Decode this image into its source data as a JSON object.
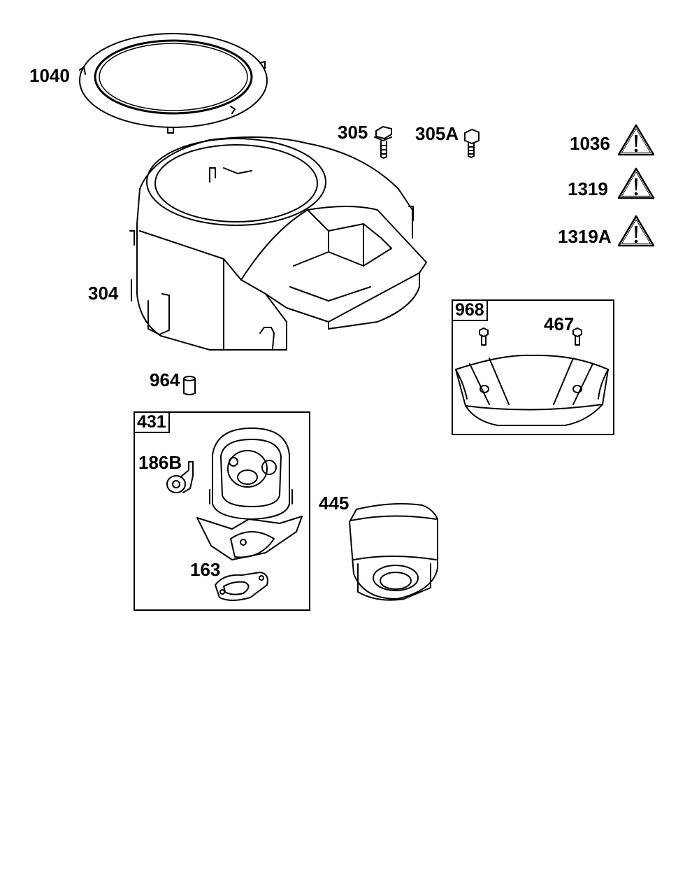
{
  "labels": {
    "p1040": "1040",
    "p305": "305",
    "p305a": "305A",
    "p1036": "1036",
    "p1319": "1319",
    "p1319a": "1319A",
    "p304": "304",
    "p968": "968",
    "p467": "467",
    "p964": "964",
    "p431": "431",
    "p186b": "186B",
    "p445": "445",
    "p163": "163"
  },
  "icons": {
    "warning": "warning-triangle-icon"
  },
  "colors": {
    "ink": "#000000",
    "background": "#ffffff"
  }
}
